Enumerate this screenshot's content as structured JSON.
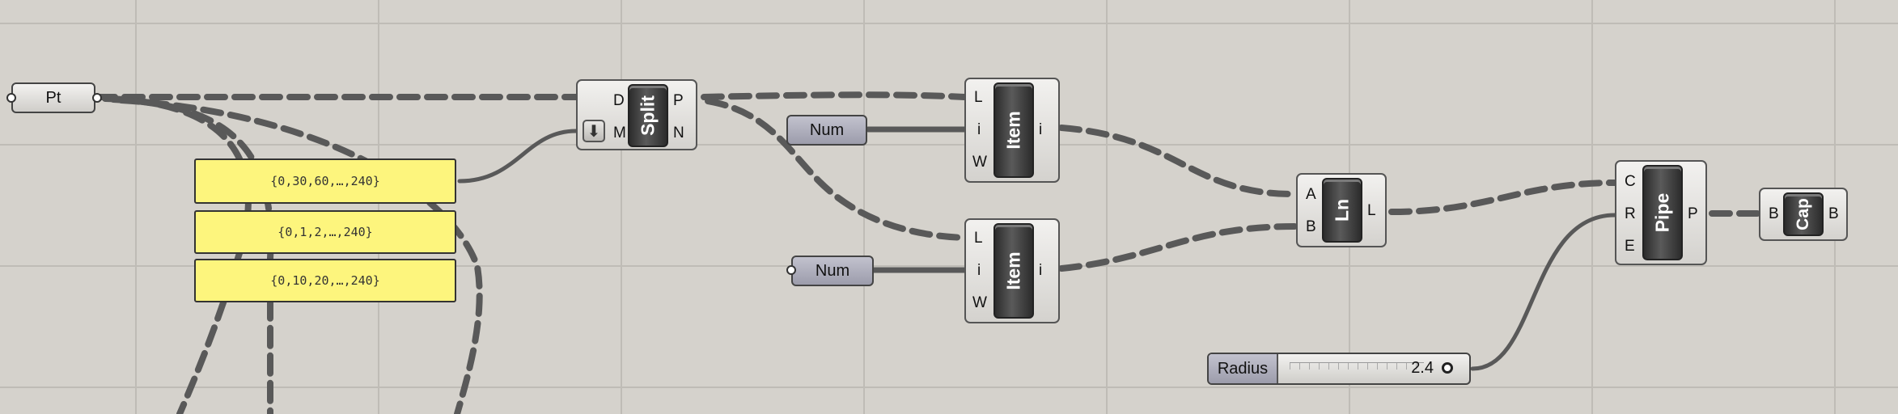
{
  "canvas": {
    "background": "#d5d2cc",
    "wire_color": "#595959"
  },
  "pt_param": {
    "label": "Pt"
  },
  "split": {
    "label": "Split",
    "inputs": [
      "D",
      "M"
    ],
    "outputs": [
      "P",
      "N"
    ],
    "arrow_icon": "arrow-down-icon"
  },
  "panels": [
    {
      "text": "{0,30,60,…,240}"
    },
    {
      "text": "{0,1,2,…,240}"
    },
    {
      "text": "{0,10,20,…,240}"
    }
  ],
  "num_params": [
    {
      "label": "Num"
    },
    {
      "label": "Num"
    }
  ],
  "item_top": {
    "label": "Item",
    "inputs": [
      "L",
      "i",
      "W"
    ],
    "output": "i"
  },
  "item_bottom": {
    "label": "Item",
    "inputs": [
      "L",
      "i",
      "W"
    ],
    "output": "i"
  },
  "ln": {
    "label": "Ln",
    "inputs": [
      "A",
      "B"
    ],
    "output": "L"
  },
  "pipe": {
    "label": "Pipe",
    "inputs": [
      "C",
      "R",
      "E"
    ],
    "output": "P"
  },
  "cap": {
    "label": "Cap",
    "input": "B",
    "output": "B"
  },
  "radius_slider": {
    "label": "Radius",
    "value": "2.4"
  }
}
